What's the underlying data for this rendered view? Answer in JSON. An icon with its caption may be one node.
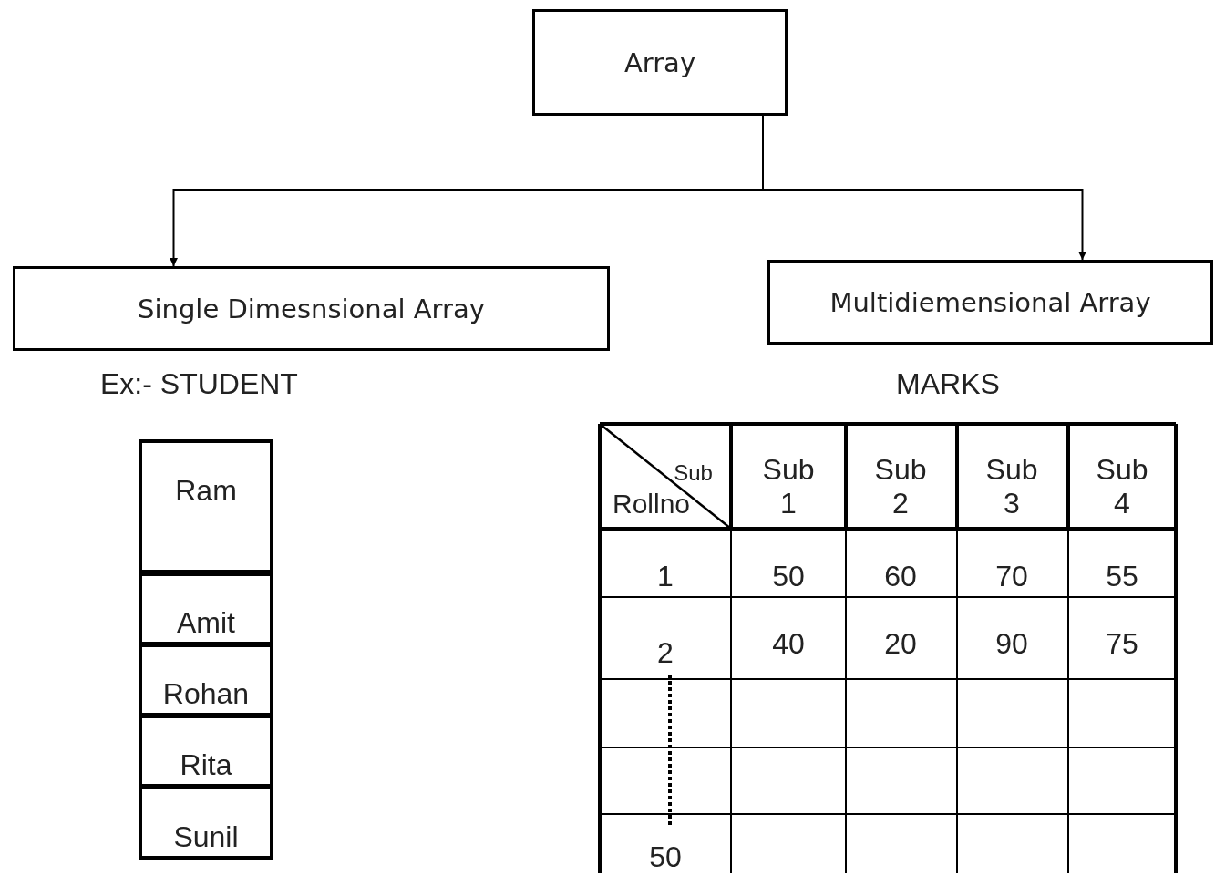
{
  "diagram": {
    "nodes": [
      {
        "text": [
          "Array"
        ]
      },
      {
        "text": [
          "Single Dimesnsional Array"
        ]
      },
      {
        "text": [
          "Multidiemensional Array"
        ]
      }
    ],
    "edges": [
      {
        "from": 0,
        "to": 1,
        "arrow": "to"
      },
      {
        "from": 0,
        "to": 2,
        "arrow": "to"
      }
    ],
    "labels": [
      "Ex:- STUDENT",
      "MARKS",
      "Ram",
      "Amit",
      "Rohan",
      "Rita",
      "Sunil",
      "Sub",
      "Rollno",
      "Sub 1",
      "Sub 2",
      "Sub 3",
      "Sub 4",
      "1",
      "50",
      "60",
      "70",
      "55",
      "2",
      "40",
      "20",
      "90",
      "75",
      "50"
    ]
  }
}
